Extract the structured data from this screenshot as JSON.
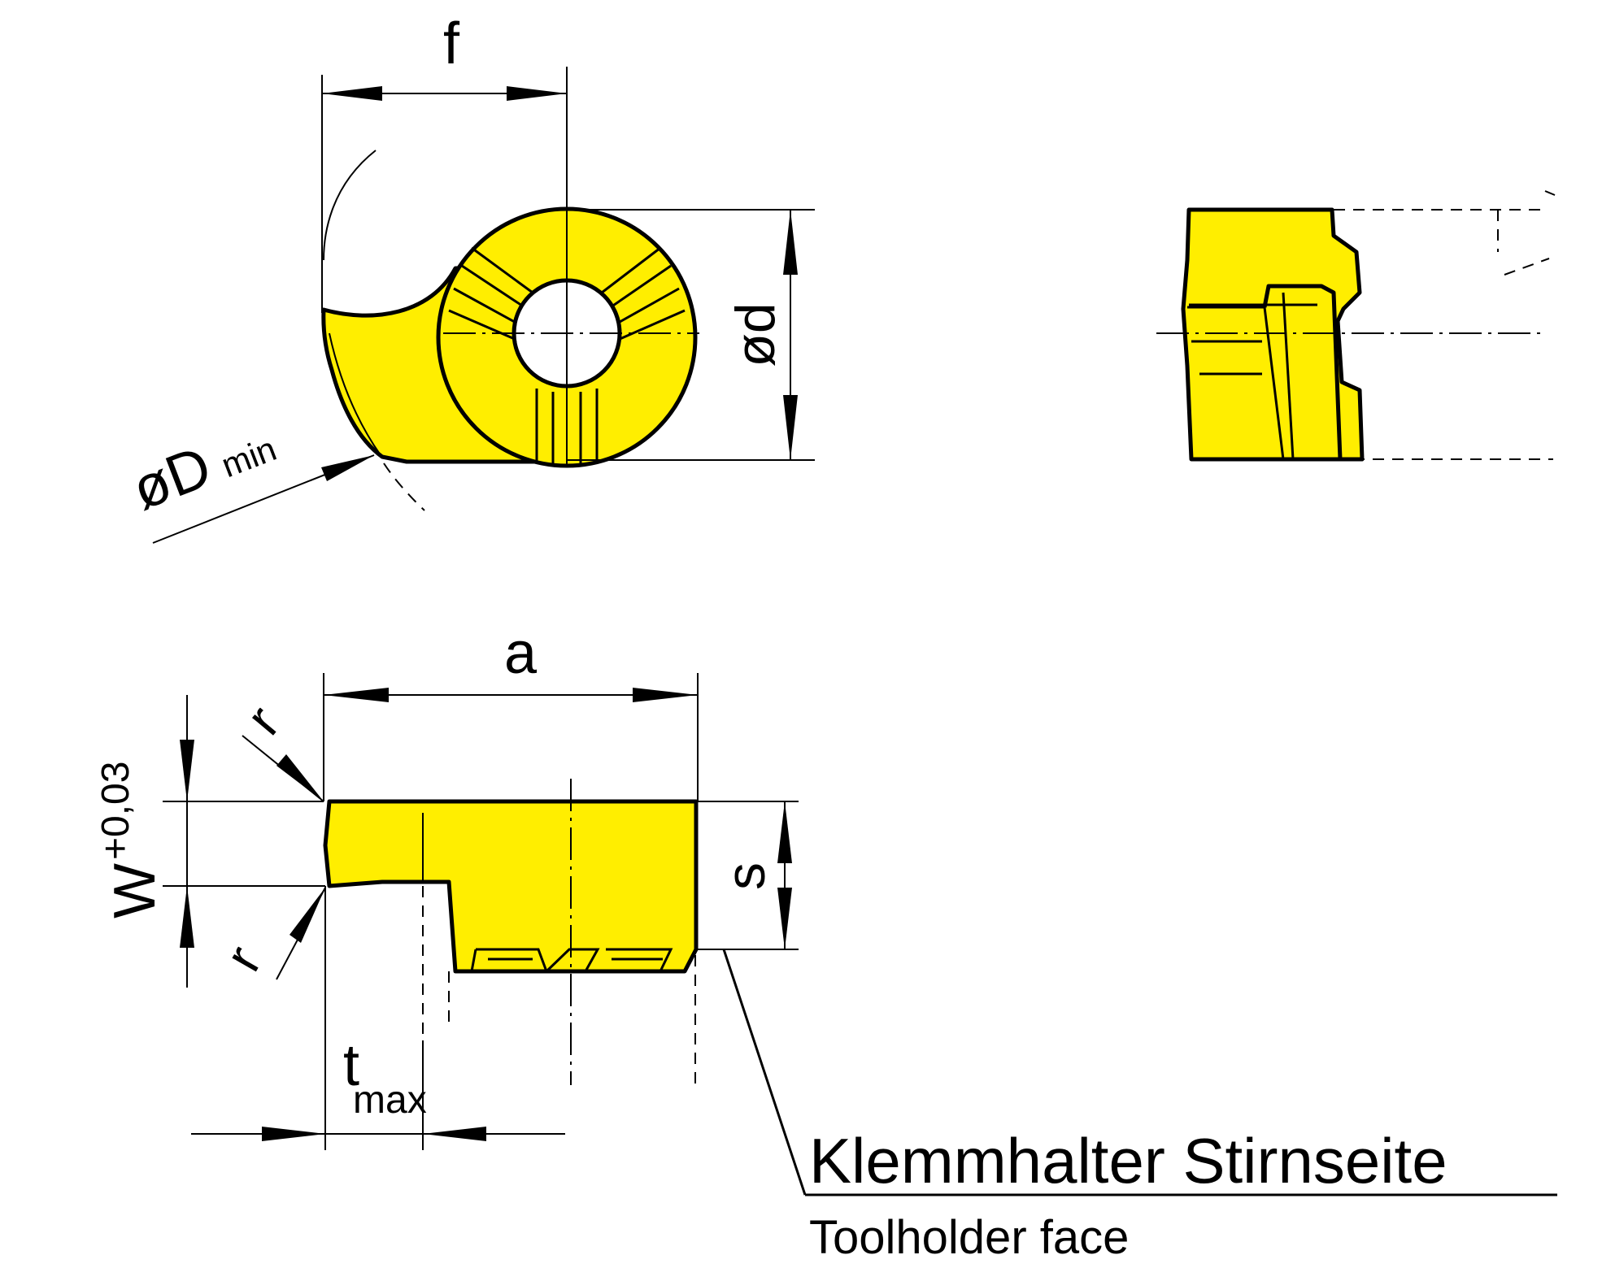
{
  "colors": {
    "part_fill": "#ffee00",
    "line": "#000000",
    "background": "#ffffff"
  },
  "dimensions": {
    "f": "f",
    "d": "ød",
    "D_min_symbol": "øD",
    "D_min_sub": "min",
    "a": "a",
    "s": "s",
    "W_main": "W",
    "W_tol": "+0,03",
    "r_top": "r",
    "r_bottom": "r",
    "t_main": "t",
    "t_sub": "max"
  },
  "callout": {
    "german": "Klemmhalter Stirnseite",
    "english": "Toolholder face"
  }
}
